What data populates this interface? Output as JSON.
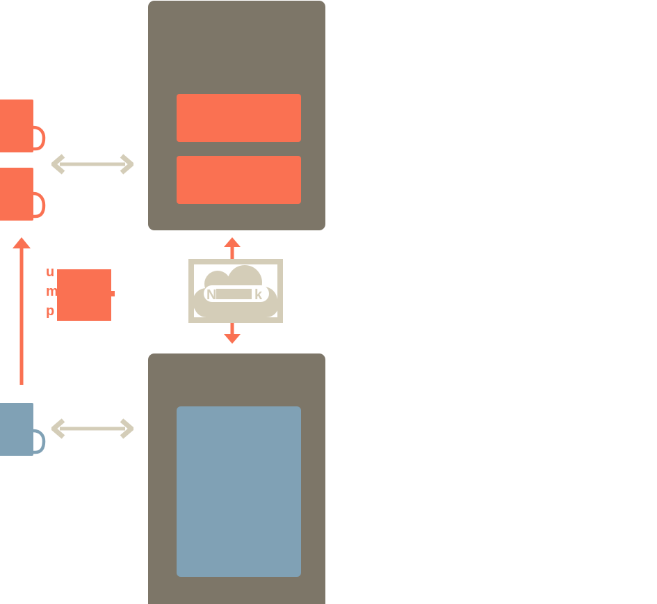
{
  "colors": {
    "orange": "#FA7152",
    "taupe": "#7D7668",
    "tan": "#D4CDB8",
    "blue_gray": "#80A1B5",
    "background": "#FFFFFF"
  },
  "network_emblem": {
    "first_letter": "N",
    "last_letter": "k"
  },
  "hidden_label": {
    "lines": [
      "u",
      "m",
      "p"
    ]
  }
}
